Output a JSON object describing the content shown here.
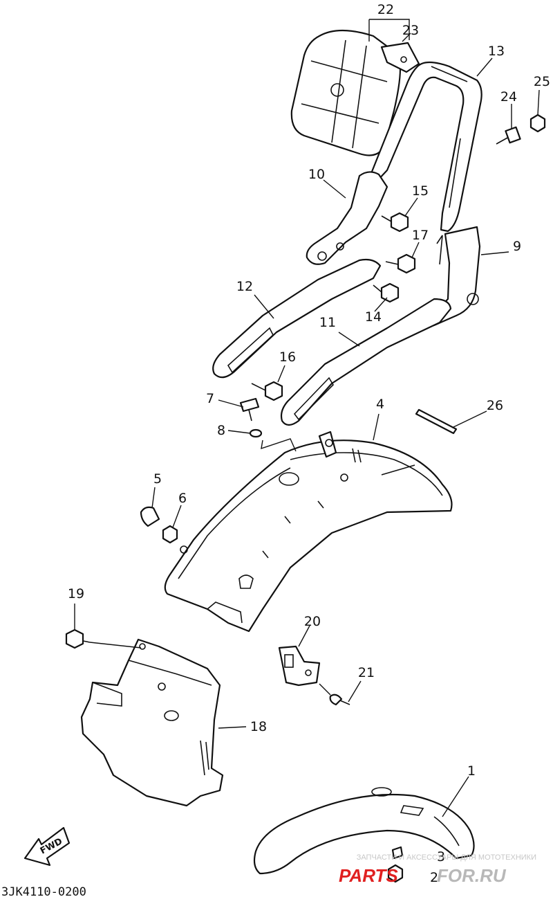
{
  "diagram_code": "3JK4110-0200",
  "fwd_label": "FWD",
  "watermark": {
    "line1": "ЗАПЧАСТИ И АКСЕССУАРЫ ДЛЯ МОТОТЕХНИКИ",
    "brand_left": "PARTS",
    "brand_right": "FOR.RU",
    "brand_color": "#e02020",
    "secondary_color": "#b8b8b8"
  },
  "callouts": {
    "c1": "1",
    "c2": "2",
    "c3": "3",
    "c4": "4",
    "c5": "5",
    "c6": "6",
    "c7": "7",
    "c8": "8",
    "c9": "9",
    "c10": "10",
    "c11": "11",
    "c12": "12",
    "c13": "13",
    "c14": "14",
    "c15": "15",
    "c16": "16",
    "c17": "17",
    "c18": "18",
    "c19": "19",
    "c20": "20",
    "c21": "21",
    "c22": "22",
    "c23": "23",
    "c24": "24",
    "c25": "25",
    "c26": "26"
  }
}
